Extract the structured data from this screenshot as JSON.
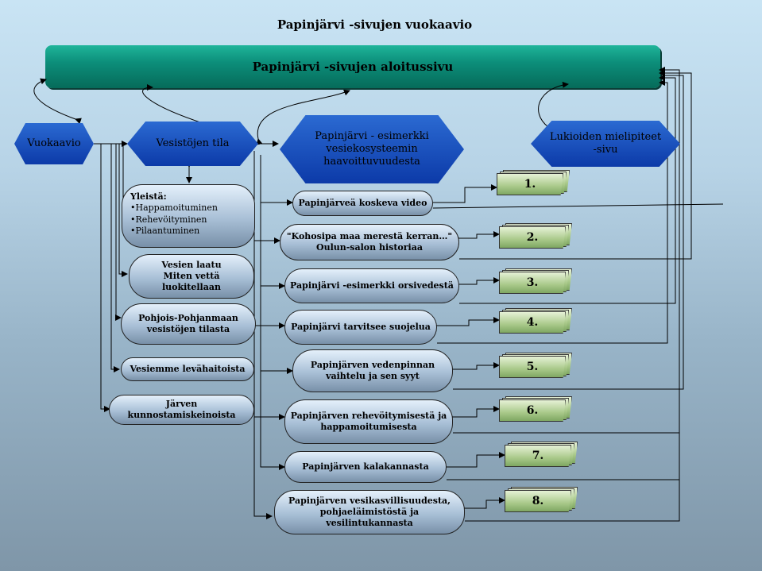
{
  "title": "Papinjärvi -sivujen vuokaavio",
  "start_page": "Papinjärvi -sivujen aloitussivu",
  "hexes": {
    "flowchart": "Vuokaavio",
    "waters": "Vesistöjen tila",
    "example_lines": [
      "Papinjärvi - esimerkki",
      "vesiekosysteemin",
      "haavoittuvuudesta"
    ],
    "opinions_lines": [
      "Lukioiden mielipiteet",
      "-sivu"
    ]
  },
  "left_pills": {
    "general_heading": "Yleistä:",
    "general_items": [
      "•Happamoituminen",
      "•Rehevöityminen",
      "•Pilaantuminen"
    ],
    "quality_lines": [
      "Vesien laatu",
      "Miten vettä luokitellaan"
    ],
    "pohjois_lines": [
      "Pohjois-Pohjanmaan",
      "vesistöjen tilasta"
    ],
    "algae": "Vesiemme levähaitoista",
    "restore": "Järven kunnostamiskeinoista"
  },
  "mid_pills": [
    {
      "lines": [
        "Papinjärveä koskeva video"
      ]
    },
    {
      "lines": [
        "\"Kohosipa maa merestä kerran…\"",
        "Oulun-salon historiaa"
      ]
    },
    {
      "lines": [
        "Papinjärvi -esimerkki orsivedestä"
      ]
    },
    {
      "lines": [
        "Papinjärvi tarvitsee suojelua"
      ]
    },
    {
      "lines": [
        "Papinjärven vedenpinnan",
        "vaihtelu ja sen syyt"
      ]
    },
    {
      "lines": [
        "Papinjärven rehevöitymisestä ja",
        "happamoitumisesta"
      ]
    },
    {
      "lines": [
        "Papinjärven kalakannasta"
      ]
    },
    {
      "lines": [
        "Papinjärven vesikasvillisuudesta,",
        "pohjaeläimistöstä ja",
        "vesilintukannasta"
      ]
    }
  ],
  "stacks": [
    "1.",
    "2.",
    "3.",
    "4.",
    "5.",
    "6.",
    "7.",
    "8."
  ]
}
